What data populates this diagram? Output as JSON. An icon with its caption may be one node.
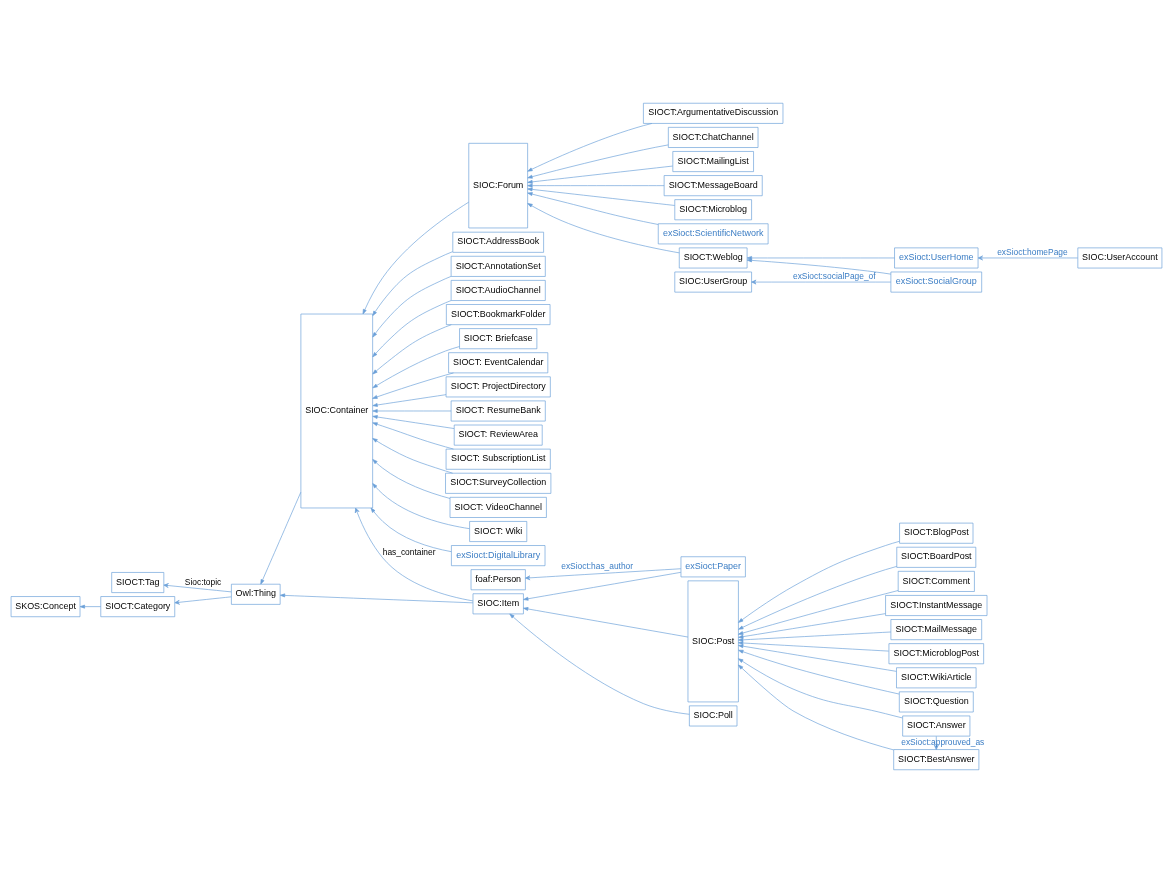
{
  "diagram": {
    "nodes": [
      {
        "text": [
          "SIOCT:Tag"
        ]
      },
      {
        "text": [
          "SKOS:Concept"
        ]
      },
      {
        "text": [
          "SIOCT:Category"
        ]
      },
      {
        "text": [
          "Owl:Thing"
        ]
      },
      {
        "text": [
          "SIOC:Item"
        ]
      },
      {
        "text": [
          "SIOC:Container"
        ]
      },
      {
        "text": [
          "exSioct:Paper"
        ]
      },
      {
        "text": [
          "SIOC:Post"
        ]
      },
      {
        "text": [
          "SIOC:Poll"
        ]
      },
      {
        "text": [
          "SIOC:Forum"
        ]
      },
      {
        "text": [
          "SIOCT:AddressBook"
        ]
      },
      {
        "text": [
          "SIOCT:BlogPost"
        ]
      },
      {
        "text": [
          "SIOCT:ArgumentativeDiscussion"
        ]
      },
      {
        "text": [
          "SIOCT:AnnotationSet"
        ]
      },
      {
        "text": [
          "SIOCT:BoardPost"
        ]
      },
      {
        "text": [
          "foaf:Person"
        ]
      },
      {
        "text": [
          "SIOCT:ChatChannel"
        ]
      },
      {
        "text": [
          "SIOCT:AudioChannel"
        ]
      },
      {
        "text": [
          "SIOCT:Comment"
        ]
      },
      {
        "text": [
          "SIOCT:BookmarkFolder"
        ]
      },
      {
        "text": [
          "SIOCT:MailingList"
        ]
      },
      {
        "text": [
          "SIOCT:InstantMessage"
        ]
      },
      {
        "text": [
          "SIOCT:MessageBoard"
        ]
      },
      {
        "text": [
          "SIOCT: Briefcase"
        ]
      },
      {
        "text": [
          "SIOCT:MailMessage"
        ]
      },
      {
        "text": [
          "SIOCT: EventCalendar"
        ]
      },
      {
        "text": [
          "SIOCT:Microblog"
        ]
      },
      {
        "text": [
          "SIOCT: ProjectDirectory"
        ]
      },
      {
        "text": [
          "SIOCT:MicroblogPost"
        ]
      },
      {
        "text": [
          "exSioct:ScientificNetwork"
        ]
      },
      {
        "text": [
          "SIOCT: ResumeBank"
        ]
      },
      {
        "text": [
          "SIOCT:WikiArticle"
        ]
      },
      {
        "text": [
          "SIOCT:Weblog"
        ]
      },
      {
        "text": [
          "SIOCT: ReviewArea"
        ]
      },
      {
        "text": [
          "exSioct:UserHome"
        ]
      },
      {
        "text": [
          "SIOCT:Question"
        ]
      },
      {
        "text": [
          "SIOCT: SubscriptionList"
        ]
      },
      {
        "text": [
          "SIOCT:Answer"
        ]
      },
      {
        "text": [
          "exSioct:SocialGroup"
        ]
      },
      {
        "text": [
          "SIOCT:SurveyCollection"
        ]
      },
      {
        "text": [
          "SIOCT: VideoChannel"
        ]
      },
      {
        "text": [
          "SIOCT:BestAnswer"
        ]
      },
      {
        "text": [
          "SIOC:UserAccount"
        ]
      },
      {
        "text": [
          "SIOCT: Wiki"
        ]
      },
      {
        "text": [
          "SIOC:UserGroup"
        ]
      },
      {
        "text": [
          "exSioct:DigitalLibrary"
        ]
      }
    ],
    "edges": [
      {
        "from": 3,
        "to": 0,
        "arrow": "to",
        "label": "Sioc:topic"
      },
      {
        "from": 3,
        "to": 2,
        "arrow": "to"
      },
      {
        "from": 2,
        "to": 1,
        "arrow": "to"
      },
      {
        "from": 4,
        "to": 3,
        "arrow": "to"
      },
      {
        "from": 5,
        "to": 3,
        "arrow": "to"
      },
      {
        "from": 4,
        "to": 5,
        "arrow": "to",
        "label": "has_container"
      },
      {
        "from": 6,
        "to": 4,
        "arrow": "to"
      },
      {
        "from": 7,
        "to": 4,
        "arrow": "to"
      },
      {
        "from": 8,
        "to": 4,
        "arrow": "to"
      },
      {
        "from": 6,
        "to": 15,
        "arrow": "to",
        "label": "exSioct:has_author"
      },
      {
        "from": 11,
        "to": 7,
        "arrow": "to"
      },
      {
        "from": 14,
        "to": 7,
        "arrow": "to"
      },
      {
        "from": 18,
        "to": 7,
        "arrow": "to"
      },
      {
        "from": 21,
        "to": 7,
        "arrow": "to"
      },
      {
        "from": 24,
        "to": 7,
        "arrow": "to"
      },
      {
        "from": 28,
        "to": 7,
        "arrow": "to"
      },
      {
        "from": 31,
        "to": 7,
        "arrow": "to"
      },
      {
        "from": 35,
        "to": 7,
        "arrow": "to"
      },
      {
        "from": 37,
        "to": 7,
        "arrow": "to"
      },
      {
        "from": 41,
        "to": 7,
        "arrow": "to"
      },
      {
        "from": 37,
        "to": 41,
        "arrow": "to",
        "label": "exSioct:approuved_as"
      },
      {
        "from": 9,
        "to": 5,
        "arrow": "to"
      },
      {
        "from": 12,
        "to": 9,
        "arrow": "to"
      },
      {
        "from": 16,
        "to": 9,
        "arrow": "to"
      },
      {
        "from": 20,
        "to": 9,
        "arrow": "to"
      },
      {
        "from": 22,
        "to": 9,
        "arrow": "to"
      },
      {
        "from": 26,
        "to": 9,
        "arrow": "to"
      },
      {
        "from": 29,
        "to": 9,
        "arrow": "to"
      },
      {
        "from": 32,
        "to": 9,
        "arrow": "to"
      },
      {
        "from": 34,
        "to": 32,
        "arrow": "to"
      },
      {
        "from": 38,
        "to": 32,
        "arrow": "to"
      },
      {
        "from": 38,
        "to": 44,
        "arrow": "to",
        "label": "exSioct:socialPage_of"
      },
      {
        "from": 42,
        "to": 34,
        "arrow": "to",
        "label": "exSioct:homePage"
      },
      {
        "from": 10,
        "to": 5,
        "arrow": "to"
      },
      {
        "from": 13,
        "to": 5,
        "arrow": "to"
      },
      {
        "from": 17,
        "to": 5,
        "arrow": "to"
      },
      {
        "from": 19,
        "to": 5,
        "arrow": "to"
      },
      {
        "from": 23,
        "to": 5,
        "arrow": "to"
      },
      {
        "from": 25,
        "to": 5,
        "arrow": "to"
      },
      {
        "from": 27,
        "to": 5,
        "arrow": "to"
      },
      {
        "from": 30,
        "to": 5,
        "arrow": "to"
      },
      {
        "from": 33,
        "to": 5,
        "arrow": "to"
      },
      {
        "from": 36,
        "to": 5,
        "arrow": "to"
      },
      {
        "from": 39,
        "to": 5,
        "arrow": "to"
      },
      {
        "from": 40,
        "to": 5,
        "arrow": "to"
      },
      {
        "from": 43,
        "to": 5,
        "arrow": "to"
      },
      {
        "from": 45,
        "to": 5,
        "arrow": "to"
      }
    ]
  }
}
